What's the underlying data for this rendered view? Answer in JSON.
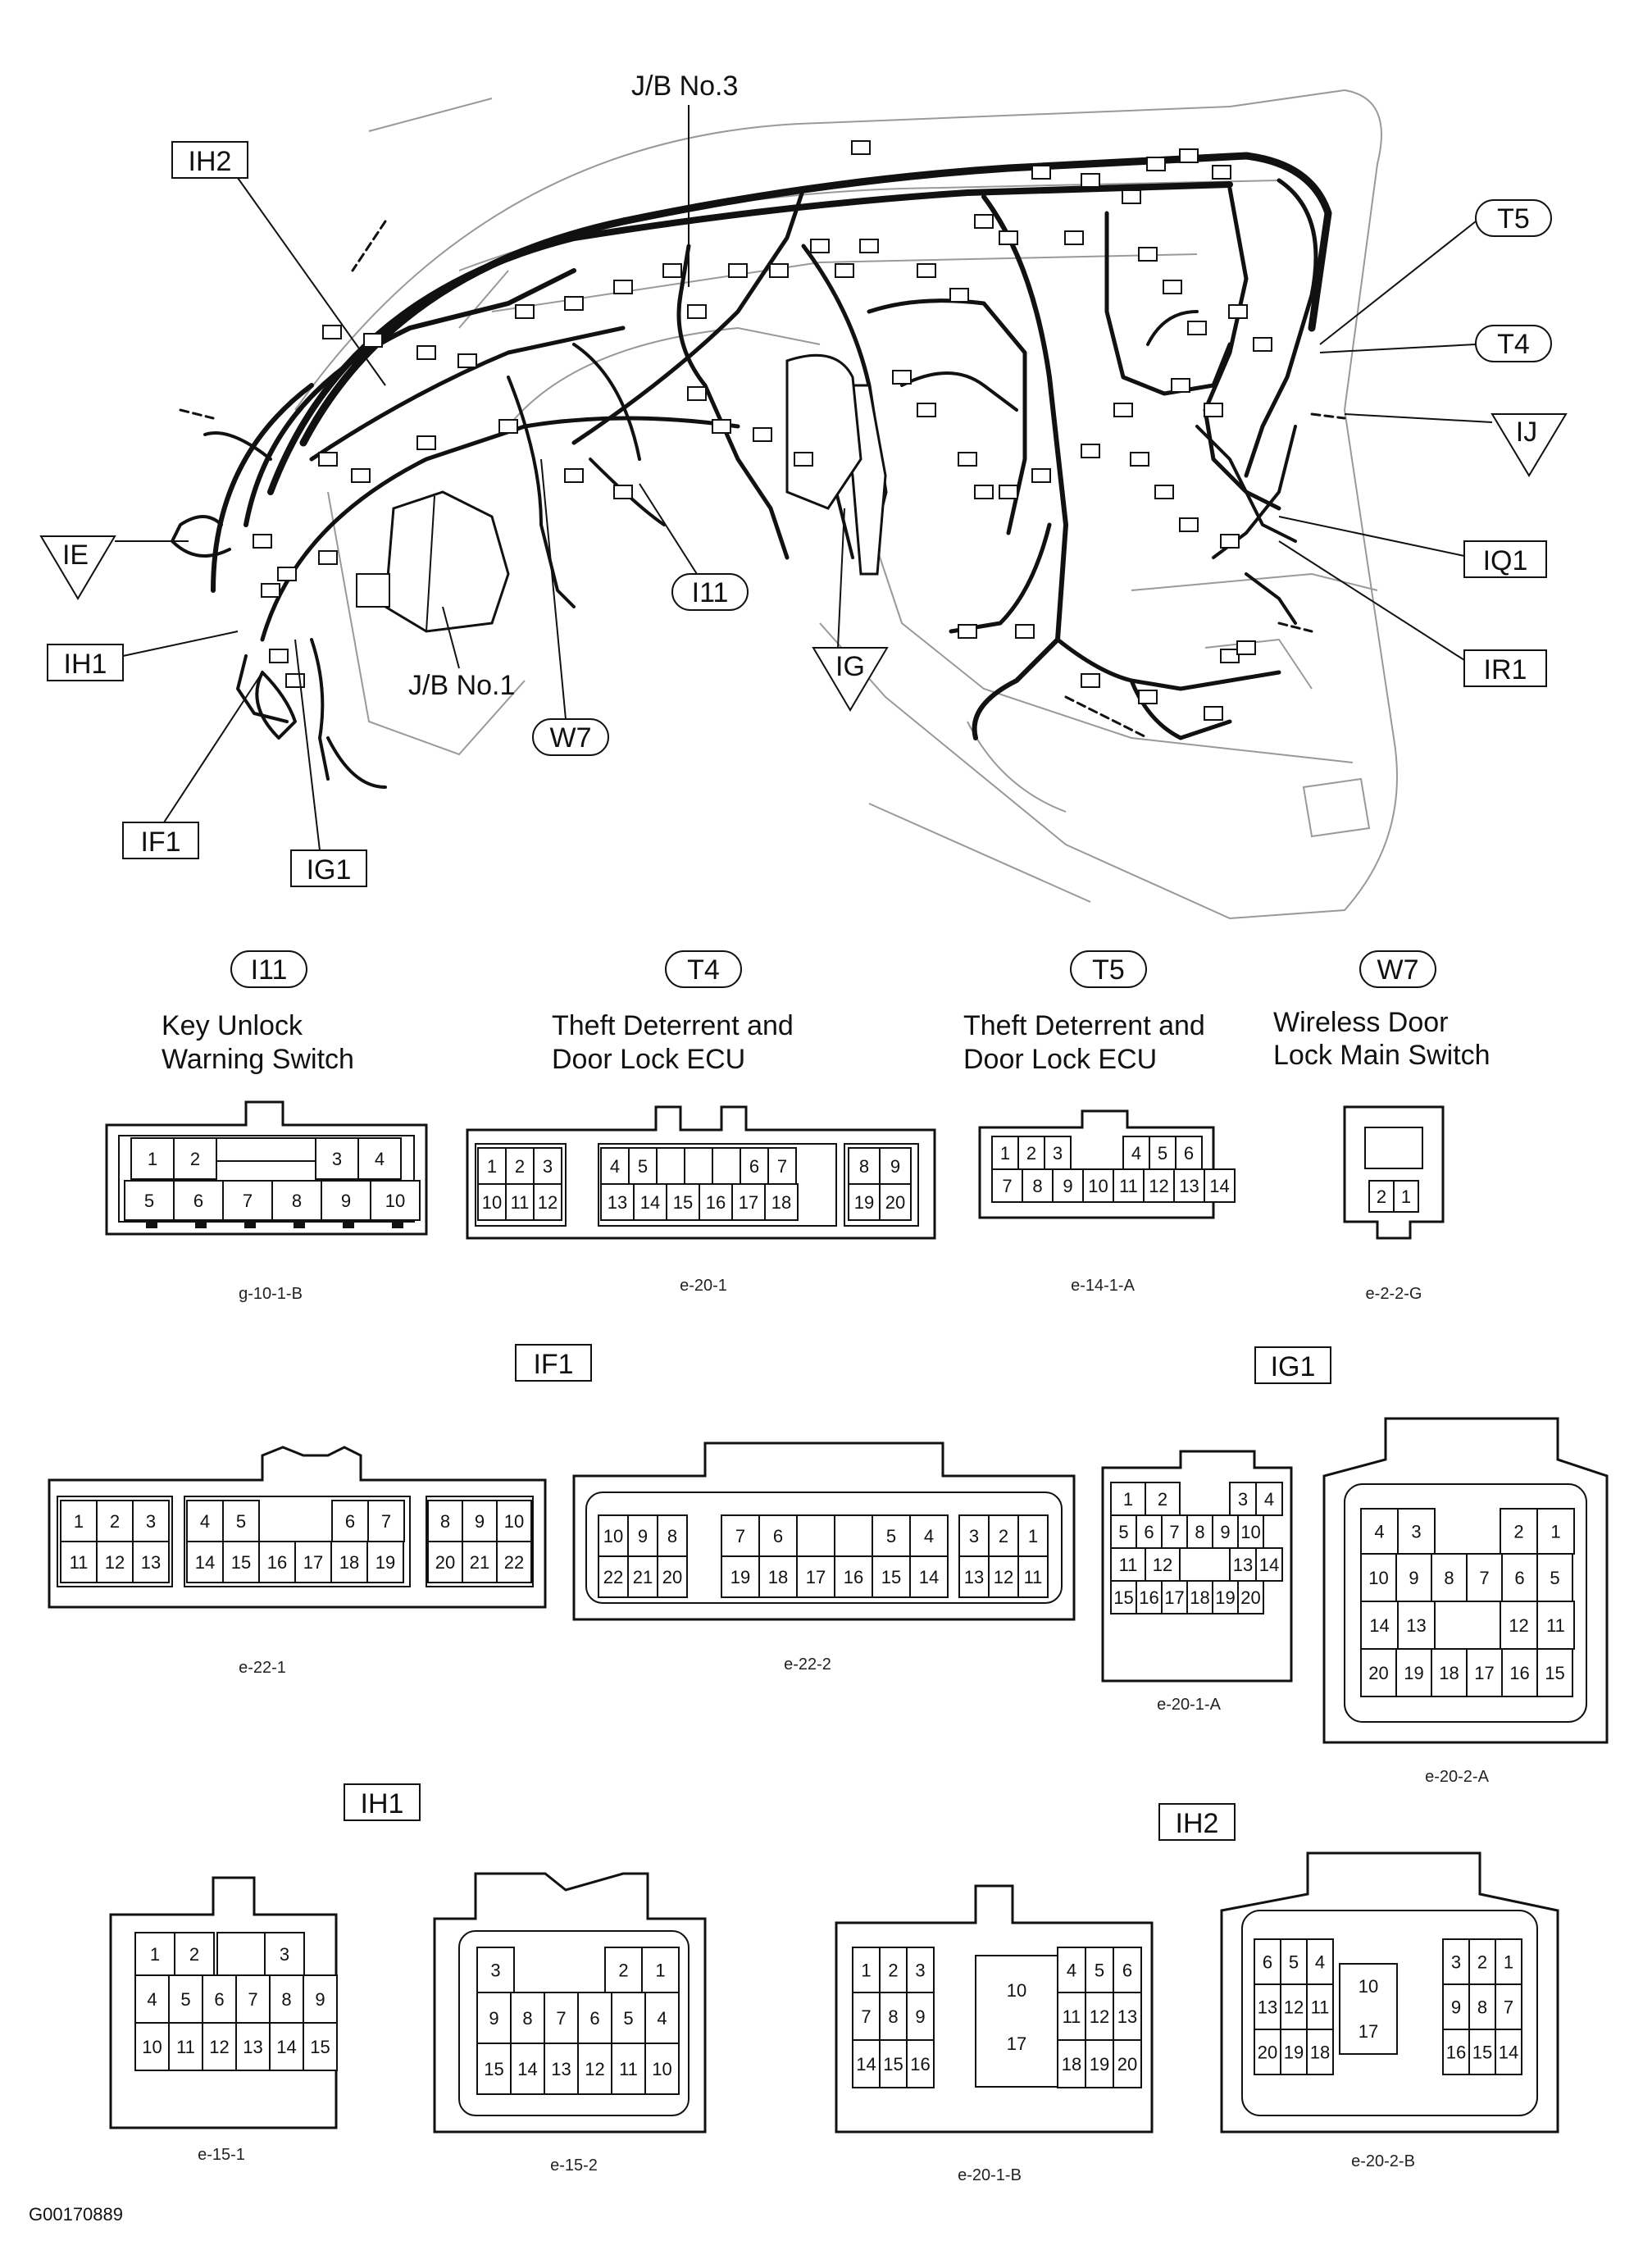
{
  "diagram": {
    "figure_id": "G00170889",
    "overview_labels": {
      "jb3": "J/B No.3",
      "jb1": "J/B No.1",
      "ih2": "IH2",
      "ih1": "IH1",
      "ie": "IE",
      "if1": "IF1",
      "ig1": "IG1",
      "ig": "IG",
      "i11": "I11",
      "w7": "W7",
      "t5": "T5",
      "t4": "T4",
      "ij": "IJ",
      "iq1": "IQ1",
      "ir1": "IR1"
    },
    "connectors": {
      "i11": {
        "tag": "I11",
        "title1": "Key Unlock",
        "title2": "Warning Switch",
        "code": "g-10-1-B"
      },
      "t4": {
        "tag": "T4",
        "title1": "Theft Deterrent and",
        "title2": "Door Lock ECU",
        "code": "e-20-1"
      },
      "t5": {
        "tag": "T5",
        "title1": "Theft Deterrent and",
        "title2": "Door Lock ECU",
        "code": "e-14-1-A"
      },
      "w7": {
        "tag": "W7",
        "title1": "Wireless Door",
        "title2": "Lock Main Switch",
        "code": "e-2-2-G"
      },
      "if1": {
        "tag": "IF1",
        "code_a": "e-22-1",
        "code_b": "e-22-2"
      },
      "ig1": {
        "tag": "IG1",
        "code_a": "e-20-1-A",
        "code_b": "e-20-2-A"
      },
      "ih1": {
        "tag": "IH1",
        "code_a": "e-15-1",
        "code_b": "e-15-2"
      },
      "ih2": {
        "tag": "IH2",
        "code_a": "e-20-1-B",
        "code_b": "e-20-2-B"
      }
    }
  }
}
